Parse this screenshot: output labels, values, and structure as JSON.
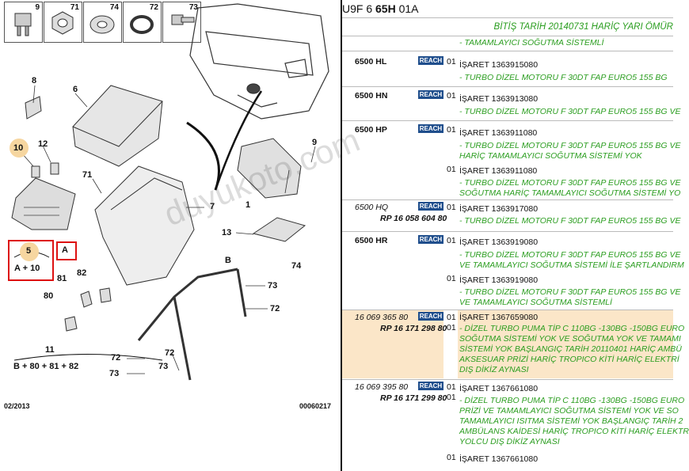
{
  "diagram": {
    "top_icons": [
      "9",
      "71",
      "74",
      "72",
      "73"
    ],
    "callouts": {
      "c8": "8",
      "c6": "6",
      "c10": "10",
      "c12": "12",
      "c71": "71",
      "c7": "7",
      "c9": "9",
      "c1": "1",
      "c13": "13",
      "c5": "5",
      "cA": "A",
      "cA10": "A + 10",
      "cB": "B",
      "c74": "74",
      "c81": "81",
      "c82": "82",
      "c73a": "73",
      "c80": "80",
      "c72a": "72",
      "c11": "11",
      "cB80": "B + 80 + 81 + 82",
      "c72b": "72",
      "c72c": "72",
      "c73b": "73",
      "c73c": "73"
    },
    "footer_date": "02/2013",
    "footer_code": "00060217"
  },
  "list": {
    "header_prefix": "U9F 6 ",
    "header_bold": "65H",
    "header_suffix": " 01A",
    "banner": "BİTİŞ TARİH 20140731 HARİÇ YARI ÖMÜR",
    "rows": [
      {
        "id": "r0",
        "code": "",
        "rp": "",
        "reach": false,
        "qty": "",
        "ref": "",
        "lines": [
          "- TAMAMLAYICI SOĞUTMA SİSTEMLİ"
        ]
      },
      {
        "id": "r1",
        "code": "6500 HL",
        "rp": "",
        "reach": true,
        "qty": "01",
        "ref": "İŞARET 1363915080",
        "lines": [
          "- TURBO DİZEL MOTORU F 30DT FAP EURO5 155 BG"
        ]
      },
      {
        "id": "r2",
        "code": "6500 HN",
        "rp": "",
        "reach": true,
        "qty": "01",
        "ref": "İŞARET 1363913080",
        "lines": [
          "- TURBO DİZEL MOTORU F 30DT FAP EURO5 155 BG VE"
        ]
      },
      {
        "id": "r3",
        "code": "6500 HP",
        "rp": "",
        "reach": true,
        "qty": "01",
        "ref": "İŞARET 1363911080",
        "lines": [
          "- TURBO DİZEL MOTORU F 30DT FAP EURO5 155 BG VE",
          "HARİÇ TAMAMLAYICI SOĞUTMA SİSTEMİ YOK"
        ]
      },
      {
        "id": "r3b",
        "code": "",
        "rp": "",
        "reach": false,
        "qty": "01",
        "ref": "İŞARET 1363911080",
        "lines": [
          "- TURBO DİZEL MOTORU F 30DT FAP EURO5 155 BG VE",
          "SOĞUTMA HARİÇ TAMAMLAYICI SOĞUTMA SİSTEMİ YO"
        ]
      },
      {
        "id": "r4",
        "code": "6500 HQ",
        "rp": "RP 16 058 604 80",
        "reach": true,
        "qty": "01",
        "ref": "İŞARET 1363917080",
        "lines": [
          "- TURBO DİZEL MOTORU F 30DT FAP EURO5 155 BG VE"
        ]
      },
      {
        "id": "r5",
        "code": "6500 HR",
        "rp": "",
        "reach": true,
        "qty": "01",
        "ref": "İŞARET 1363919080",
        "lines": [
          "- TURBO DİZEL MOTORU F 30DT FAP EURO5 155 BG VE",
          "VE TAMAMLAYICI SOĞUTMA SİSTEMİ İLE ŞARTLANDIRM"
        ]
      },
      {
        "id": "r5b",
        "code": "",
        "rp": "",
        "reach": false,
        "qty": "01",
        "ref": "İŞARET 1363919080",
        "lines": [
          "- TURBO DİZEL MOTORU F 30DT FAP EURO5 155 BG VE",
          "VE TAMAMLAYICI SOĞUTMA SİSTEMLİ"
        ]
      },
      {
        "id": "r6",
        "code": "16 069 365 80",
        "rp": "RP 16 171 298 80",
        "reach": true,
        "qty": "01",
        "qty2": "01",
        "ref": "İŞARET 1367659080",
        "lines": [
          "- DİZEL TURBO PUMA TİP C 110BG -130BG -150BG EURO",
          "SOĞUTMA SİSTEMİ YOK VE SOĞUTMA YOK VE TAMAMI",
          "SİSTEMİ YOK BAŞLANGIÇ TARİH 20110401 HARİÇ AMBÜ",
          "AKSESUAR PRİZİ HARİÇ TROPICO KİTİ HARİÇ ELEKTRİ",
          "DIŞ DİKİZ AYNASI"
        ]
      },
      {
        "id": "r7",
        "code": "16 069 395 80",
        "rp": "RP 16 171 299 80",
        "reach": true,
        "qty": "01",
        "qty2": "01",
        "ref": "İŞARET 1367661080",
        "lines": [
          "- DİZEL TURBO PUMA TİP C 110BG -130BG -150BG EURO",
          "PRİZİ VE TAMAMLAYICI SOĞUTMA SİSTEMİ YOK VE SO",
          "TAMAMLAYICI ISITMA SİSTEMİ YOK BAŞLANGIÇ TARİH 2",
          "AMBÜLANS KAİDESİ HARİÇ TROPICO KİTİ HARİÇ ELEKTR",
          "YOLCU DIŞ DİKİZ AYNASI"
        ]
      },
      {
        "id": "r8",
        "code": "",
        "rp": "",
        "reach": false,
        "qty": "01",
        "ref": "İŞARET 1367661080",
        "lines": []
      }
    ],
    "reach_label": "REACH"
  },
  "watermark": "duyukoto.com",
  "colors": {
    "green": "#2a9d1f",
    "selected": "#fbe6c8",
    "reach": "#1f4e8c",
    "highlight": "#f6d6a0",
    "red": "#d11"
  }
}
